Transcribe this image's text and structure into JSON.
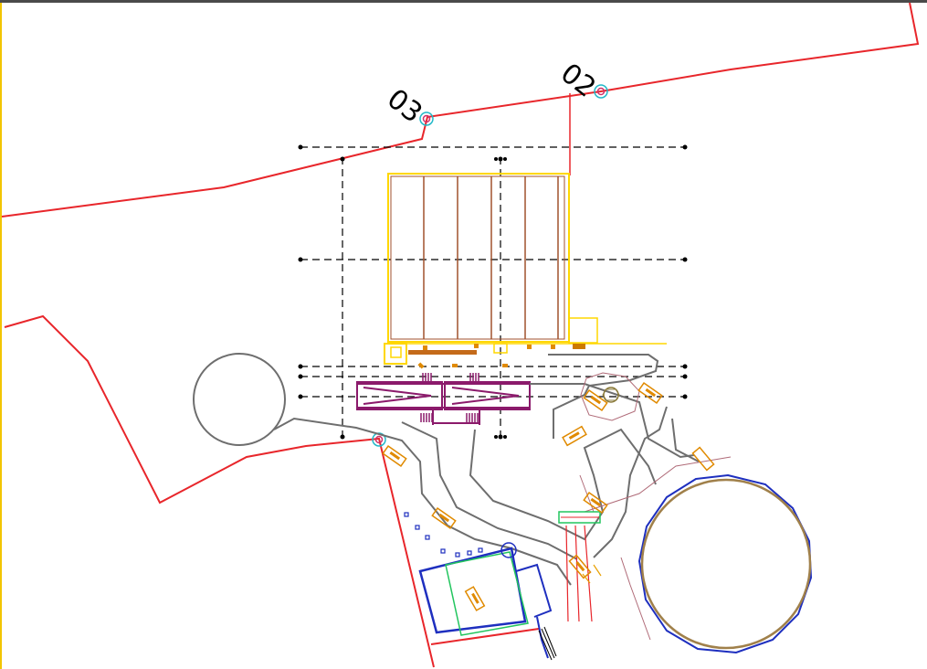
{
  "drawing": {
    "stations": [
      {
        "id": "station-02",
        "label": "02"
      },
      {
        "id": "station-03",
        "label": "03"
      }
    ],
    "colors": {
      "boundary": "#e8262b",
      "roof_outline": "#ffd700",
      "roof_bays": "#a0522d",
      "piping": "#8b1a6b",
      "grid_axis": "#000000",
      "road": "#6e6e6e",
      "tank_outer": "#1e2fbf",
      "tank_inner": "#a0804a",
      "equipment_green": "#22c55e",
      "tag_orange": "#e08a00",
      "top_bar": "#4a4a4a",
      "left_edge": "#f2c500"
    }
  }
}
